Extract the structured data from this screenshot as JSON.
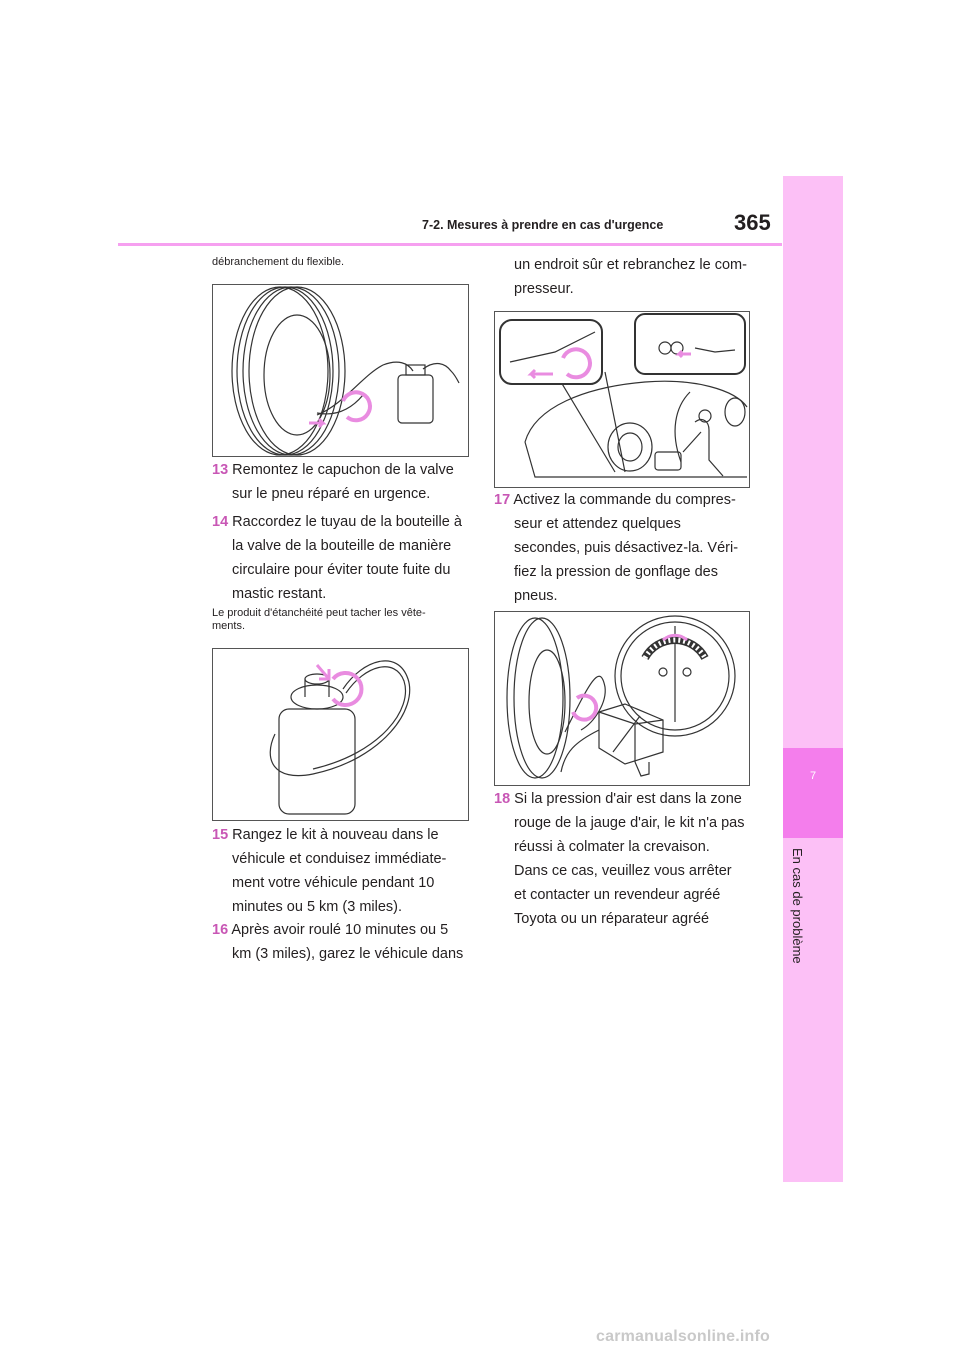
{
  "header": {
    "section_title": "7-2. Mesures à prendre en cas d'urgence",
    "page_number": "365"
  },
  "side_tab": {
    "chapter_number": "7",
    "chapter_title": "En cas de problème"
  },
  "left_column": {
    "intro": "débranchement du flexible.",
    "step13": {
      "num": "13",
      "lines": [
        "Remontez le capuchon de la valve",
        "sur le pneu réparé en urgence."
      ]
    },
    "step14": {
      "num": "14",
      "lines": [
        "Raccordez le tuyau de la bouteille à",
        "la valve de la bouteille de manière",
        "circulaire pour éviter toute fuite du",
        "mastic restant."
      ]
    },
    "note": [
      "Le produit d'étanchéité peut tacher les vête-",
      "ments."
    ],
    "step15": {
      "num": "15",
      "lines": [
        "Rangez le kit à nouveau dans le",
        "véhicule et conduisez immédiate-",
        "ment votre véhicule pendant 10",
        "minutes ou 5 km (3 miles)."
      ]
    },
    "step16": {
      "num": "16",
      "lines": [
        "Après avoir roulé 10 minutes ou 5",
        "km (3 miles), garez le véhicule dans"
      ]
    }
  },
  "right_column": {
    "continuation": [
      "un endroit sûr et rebranchez le com-",
      "presseur."
    ],
    "step17": {
      "num": "17",
      "lines": [
        "Activez la commande du compres-",
        "seur et attendez quelques",
        "secondes, puis désactivez-la. Véri-",
        "fiez la pression de gonflage des",
        "pneus."
      ]
    },
    "step18": {
      "num": "18",
      "lines": [
        "Si la pression d'air est dans la zone",
        "rouge de la jauge d'air, le kit n'a pas",
        "réussi à colmater la crevaison.",
        "Dans ce cas, veuillez vous arrêter",
        "et contacter un revendeur agréé",
        "Toyota ou un réparateur agréé"
      ]
    }
  },
  "footer": {
    "watermark": "carmanualsonline.info"
  },
  "colors": {
    "accent_pink": "#f47eec",
    "tab_pink": "#fcc0f6",
    "step_number": "#c857b5",
    "arrow_pink": "#e98ce0"
  }
}
